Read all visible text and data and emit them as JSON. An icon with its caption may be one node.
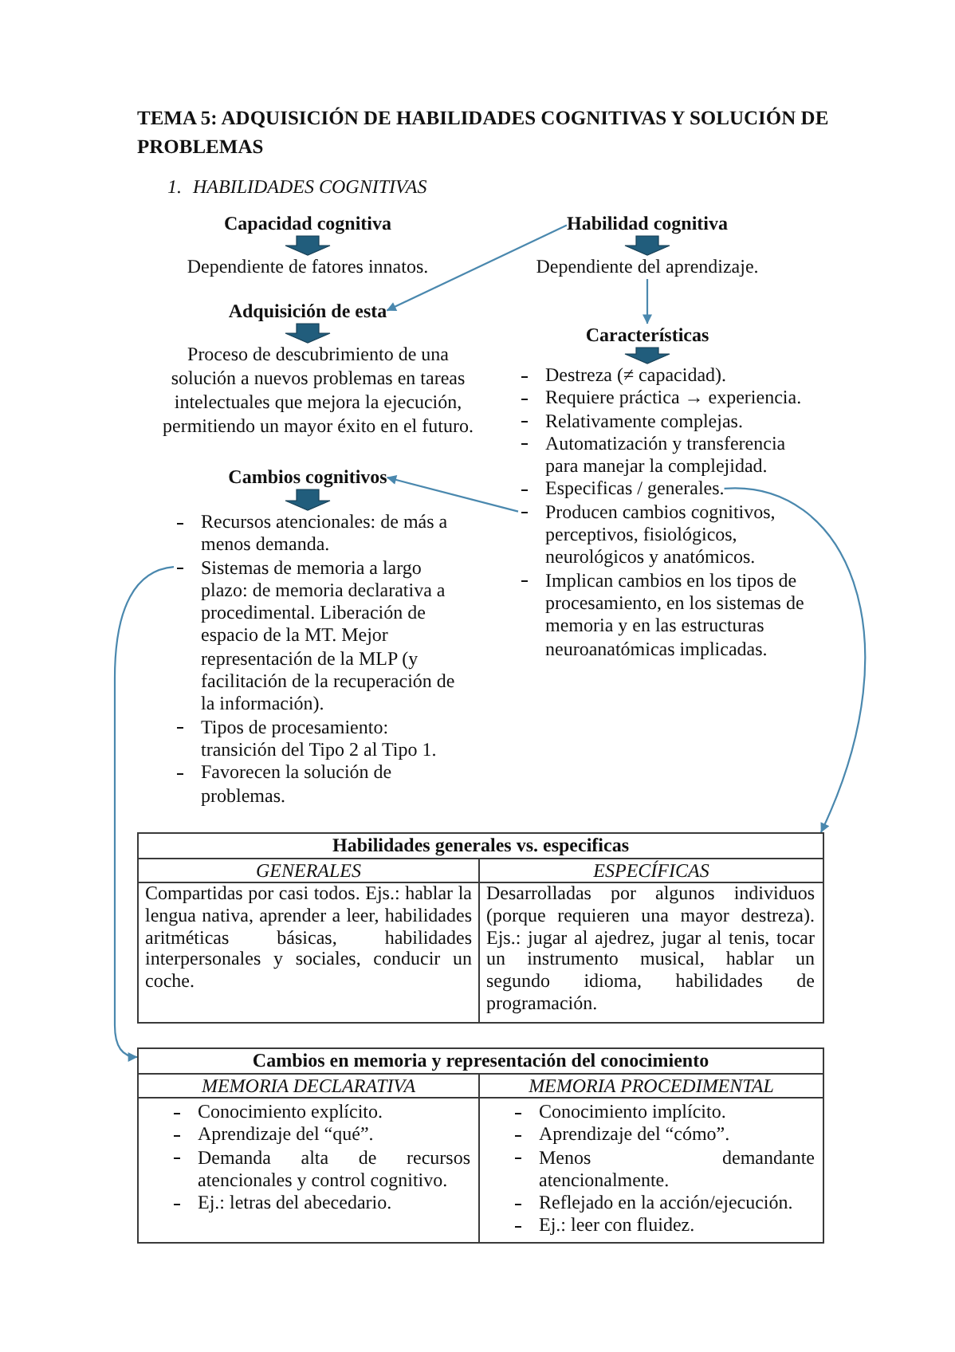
{
  "diagram": {
    "title": "TEMA 5: ADQUISICIÓN DE HABILIDADES COGNITIVAS Y SOLUCIÓN DE PROBLEMAS",
    "nodes": [
      {
        "text": [
          "Capacidad cognitiva"
        ]
      },
      {
        "text": [
          "Dependiente de fatores innatos."
        ]
      },
      {
        "text": [
          "Habilidad cognitiva"
        ]
      },
      {
        "text": [
          "Dependiente del aprendizaje."
        ]
      },
      {
        "text": [
          "Adquisición de esta"
        ]
      },
      {
        "text": [
          "Proceso de descubrimiento de una solución a nuevos problemas en tareas intelectuales que mejora la ejecución, permitiendo un mayor éxito en el futuro."
        ]
      },
      {
        "text": [
          "Características"
        ]
      },
      {
        "text": [
          "Destreza (≠ capacidad)."
        ]
      },
      {
        "text": [
          "Requiere práctica → experiencia."
        ]
      },
      {
        "text": [
          "Relativamente complejas."
        ]
      },
      {
        "text": [
          "Automatización y transferencia para manejar la complejidad."
        ]
      },
      {
        "text": [
          "Especificas / generales."
        ]
      },
      {
        "text": [
          "Producen cambios cognitivos, perceptivos, fisiológicos, neurológicos y anatómicos."
        ]
      },
      {
        "text": [
          "Implican cambios en los tipos de procesamiento, en los sistemas de memoria y en las estructuras neuroanatómicas implicadas."
        ]
      },
      {
        "text": [
          "Cambios cognitivos"
        ]
      },
      {
        "text": [
          "Recursos atencionales: de más a menos demanda."
        ]
      },
      {
        "text": [
          "Sistemas de memoria a largo plazo: de memoria declarativa a procedimental. Liberación de espacio de la MT. Mejor representación de la MLP (y facilitación de la recuperación de la información)."
        ]
      },
      {
        "text": [
          "Tipos de procesamiento: transición del Tipo 2 al Tipo 1."
        ]
      },
      {
        "text": [
          "Favorecen la solución de problemas."
        ]
      },
      {
        "text": [
          "Habilidades generales vs. especificas"
        ]
      },
      {
        "text": [
          "GENERALES"
        ],
        "in": 19
      },
      {
        "text": [
          "ESPECÍFICAS"
        ],
        "in": 19
      },
      {
        "text": [
          "Compartidas por casi todos. Ejs.: hablar la lengua nativa, aprender a leer, habilidades aritméticas básicas, habilidades interpersonales y sociales, conducir un coche."
        ],
        "in": 19
      },
      {
        "text": [
          "Desarrolladas por algunos individuos (porque requieren una mayor destreza). Ejs.: jugar al ajedrez, jugar al tenis, tocar un instrumento musical, hablar un segundo idioma, habilidades de programación."
        ],
        "in": 19
      },
      {
        "text": [
          "Cambios en memoria y representación del conocimiento"
        ]
      },
      {
        "text": [
          "MEMORIA DECLARATIVA"
        ],
        "in": 24
      },
      {
        "text": [
          "MEMORIA PROCEDIMENTAL"
        ],
        "in": 24
      },
      {
        "text": [
          "Conocimiento explícito.",
          "Aprendizaje del “qué”.",
          "Demanda alta de recursos atencionales y control cognitivo.",
          "Ej.: letras del abecedario."
        ],
        "in": 24
      },
      {
        "text": [
          "Conocimiento implícito.",
          "Aprendizaje del “cómo”.",
          "Menos demandante atencionalmente.",
          "Reflejado en la acción/ejecución.",
          "Ej.: leer con fluidez."
        ],
        "in": 24
      }
    ],
    "edges": [
      {
        "from": 0,
        "to": 1,
        "arrow": "to",
        "style": "thick",
        "color": "#215d7c"
      },
      {
        "from": 2,
        "to": 3,
        "arrow": "to",
        "style": "thick",
        "color": "#215d7c"
      },
      {
        "from": 2,
        "to": 4,
        "arrow": "to"
      },
      {
        "from": 3,
        "to": 6,
        "arrow": "to"
      },
      {
        "from": 4,
        "to": 5,
        "arrow": "to",
        "style": "thick",
        "color": "#215d7c"
      },
      {
        "from": 6,
        "to": 7,
        "arrow": "to",
        "style": "thick",
        "color": "#215d7c"
      },
      {
        "from": 12,
        "to": 14,
        "arrow": "to"
      },
      {
        "from": 14,
        "to": 15,
        "arrow": "to",
        "style": "thick",
        "color": "#215d7c"
      },
      {
        "from": 11,
        "to": 19,
        "arrow": "to"
      },
      {
        "from": 16,
        "to": 24,
        "arrow": "to"
      }
    ],
    "labels": [
      "1.",
      "HABILIDADES COGNITIVAS"
    ]
  }
}
